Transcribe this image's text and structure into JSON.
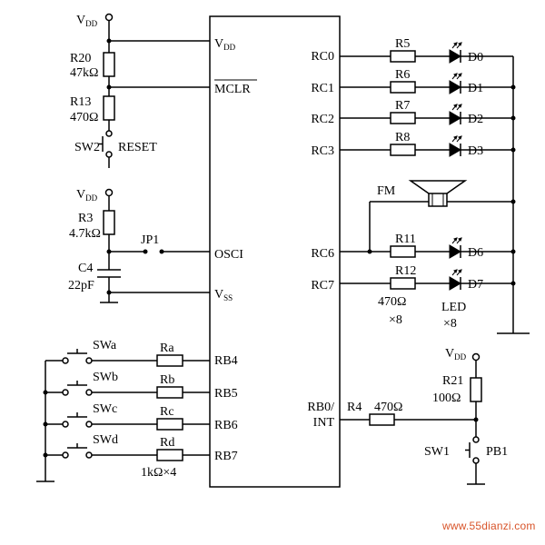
{
  "chip": {
    "left_pins": [
      {
        "id": "vdd",
        "label": "V",
        "sub": "DD"
      },
      {
        "id": "mclr",
        "label": "MCLR",
        "overline": true
      },
      {
        "id": "osci",
        "label": "OSCI"
      },
      {
        "id": "vss",
        "label": "V",
        "sub": "SS"
      },
      {
        "id": "rb4",
        "label": "RB4"
      },
      {
        "id": "rb5",
        "label": "RB5"
      },
      {
        "id": "rb6",
        "label": "RB6"
      },
      {
        "id": "rb7",
        "label": "RB7"
      }
    ],
    "right_pins": [
      {
        "id": "rc0",
        "label": "RC0"
      },
      {
        "id": "rc1",
        "label": "RC1"
      },
      {
        "id": "rc2",
        "label": "RC2"
      },
      {
        "id": "rc3",
        "label": "RC3"
      },
      {
        "id": "rc6",
        "label": "RC6"
      },
      {
        "id": "rc7",
        "label": "RC7"
      },
      {
        "id": "rb0",
        "label": "RB0/",
        "label2": "INT"
      }
    ]
  },
  "supply": {
    "label": "V",
    "sub": "DD"
  },
  "left_parts": {
    "r20": {
      "name": "R20",
      "value": "47kΩ"
    },
    "r13": {
      "name": "R13",
      "value": "470Ω"
    },
    "sw2": {
      "name": "SW2",
      "function": "RESET"
    },
    "r3": {
      "name": "R3",
      "value": "4.7kΩ"
    },
    "jp1": {
      "name": "JP1"
    },
    "c4": {
      "name": "C4",
      "value": "22pF"
    }
  },
  "led_rows": [
    {
      "resistor": "R5",
      "led": "D0"
    },
    {
      "resistor": "R6",
      "led": "D1"
    },
    {
      "resistor": "R7",
      "led": "D2"
    },
    {
      "resistor": "R8",
      "led": "D3"
    },
    {
      "resistor": "R11",
      "led": "D6"
    },
    {
      "resistor": "R12",
      "led": "D7"
    }
  ],
  "led_notes": {
    "res_value": "470Ω",
    "res_count": "×8",
    "led_type": "LED",
    "led_count": "×8"
  },
  "speaker": {
    "name": "FM"
  },
  "switches": [
    {
      "name": "SWa",
      "resistor": "Ra"
    },
    {
      "name": "SWb",
      "resistor": "Rb"
    },
    {
      "name": "SWc",
      "resistor": "Rc"
    },
    {
      "name": "SWd",
      "resistor": "Rd"
    }
  ],
  "switch_res_note": "1kΩ×4",
  "int_circuit": {
    "r4": {
      "name": "R4",
      "value": "470Ω"
    },
    "r21": {
      "name": "R21",
      "value": "100Ω"
    },
    "sw1": {
      "name": "SW1",
      "function": "PB1"
    }
  },
  "watermark": "www.55dianzi.com",
  "colors": {
    "line": "#000000",
    "background": "#ffffff",
    "watermark": "#d8542a"
  }
}
